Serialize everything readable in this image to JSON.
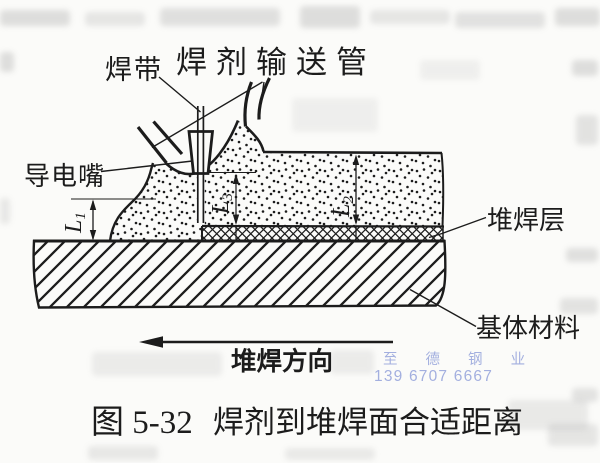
{
  "figure_labels": {
    "strip": "焊带",
    "flux_tube": "焊剂输送管",
    "contact_tip": "导电嘴",
    "surfacing_layer": "堆焊层",
    "base_material": "基体材料"
  },
  "dimension_labels": {
    "letter": "L",
    "sub1": "1",
    "sub2": "2",
    "sub3": "3"
  },
  "direction": {
    "text": "堆焊方向"
  },
  "caption": {
    "number": "图 5-32",
    "title": "焊剂到堆焊面合适距离"
  },
  "watermark": {
    "company": "至 德 钢 业",
    "phone": "139 6707 6667",
    "color": "#a3afdf"
  },
  "colors": {
    "ink": "#1c1c1c",
    "paper": "#fbfbf9"
  }
}
